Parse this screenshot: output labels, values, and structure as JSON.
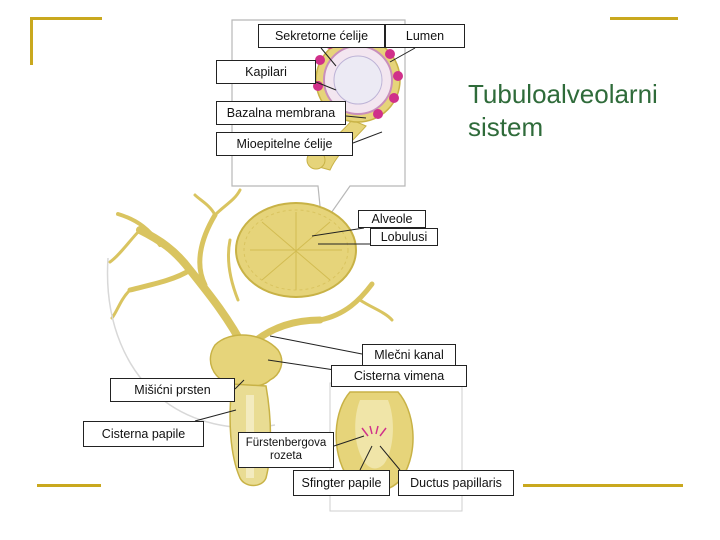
{
  "title": {
    "line1": "Tubuloalveolarni",
    "line2": "sistem"
  },
  "labels": {
    "secretory_cells": "Sekretorne ćelije",
    "lumen": "Lumen",
    "capillaries": "Kapilari",
    "basal_membrane": "Bazalna membrana",
    "myoepithelial": "Mioepitelne ćelije",
    "alveoli": "Alveole",
    "lobules": "Lobulusi",
    "milk_duct": "Mlečni kanal",
    "udder_cistern": "Cisterna vimena",
    "muscle_ring": "Mišićni prsten",
    "teat_cistern": "Cisterna papile",
    "furstenberg": "Fürstenbergova rozeta",
    "sphincter": "Sfingter papile",
    "ductus": "Ductus papillaris"
  },
  "colors": {
    "frame": "#c9a81e",
    "title": "#2f6b3a",
    "tissue": "#e6d47a",
    "tissue_dark": "#c8b246",
    "capillary": "#d0308a"
  }
}
